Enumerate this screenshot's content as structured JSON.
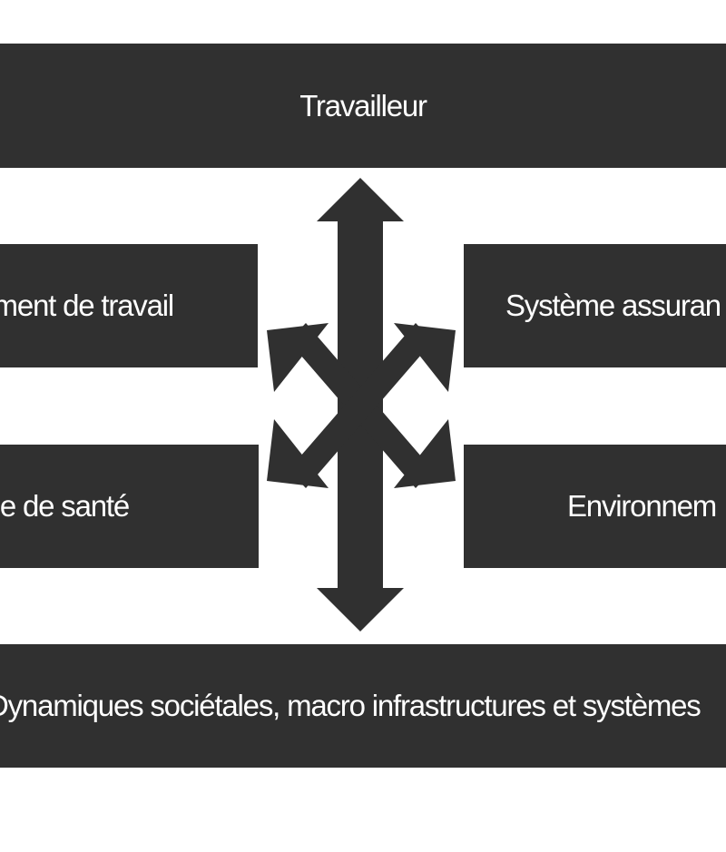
{
  "diagram": {
    "colors": {
      "box_fill": "#303030",
      "text": "#ffffff",
      "background": "#ffffff",
      "arrow": "#303030"
    },
    "boxes": {
      "top": "Travailleur",
      "mid_left": "nment de travail",
      "mid_right": "Système assuran",
      "low_left": "e de santé",
      "low_right": "Environnem",
      "bottom": "Dynamiques sociétales, macro infrastructures et systèmes"
    },
    "connector": {
      "type": "six-headed-arrow",
      "directions": [
        "up",
        "down",
        "up-left",
        "up-right",
        "down-left",
        "down-right"
      ]
    }
  }
}
